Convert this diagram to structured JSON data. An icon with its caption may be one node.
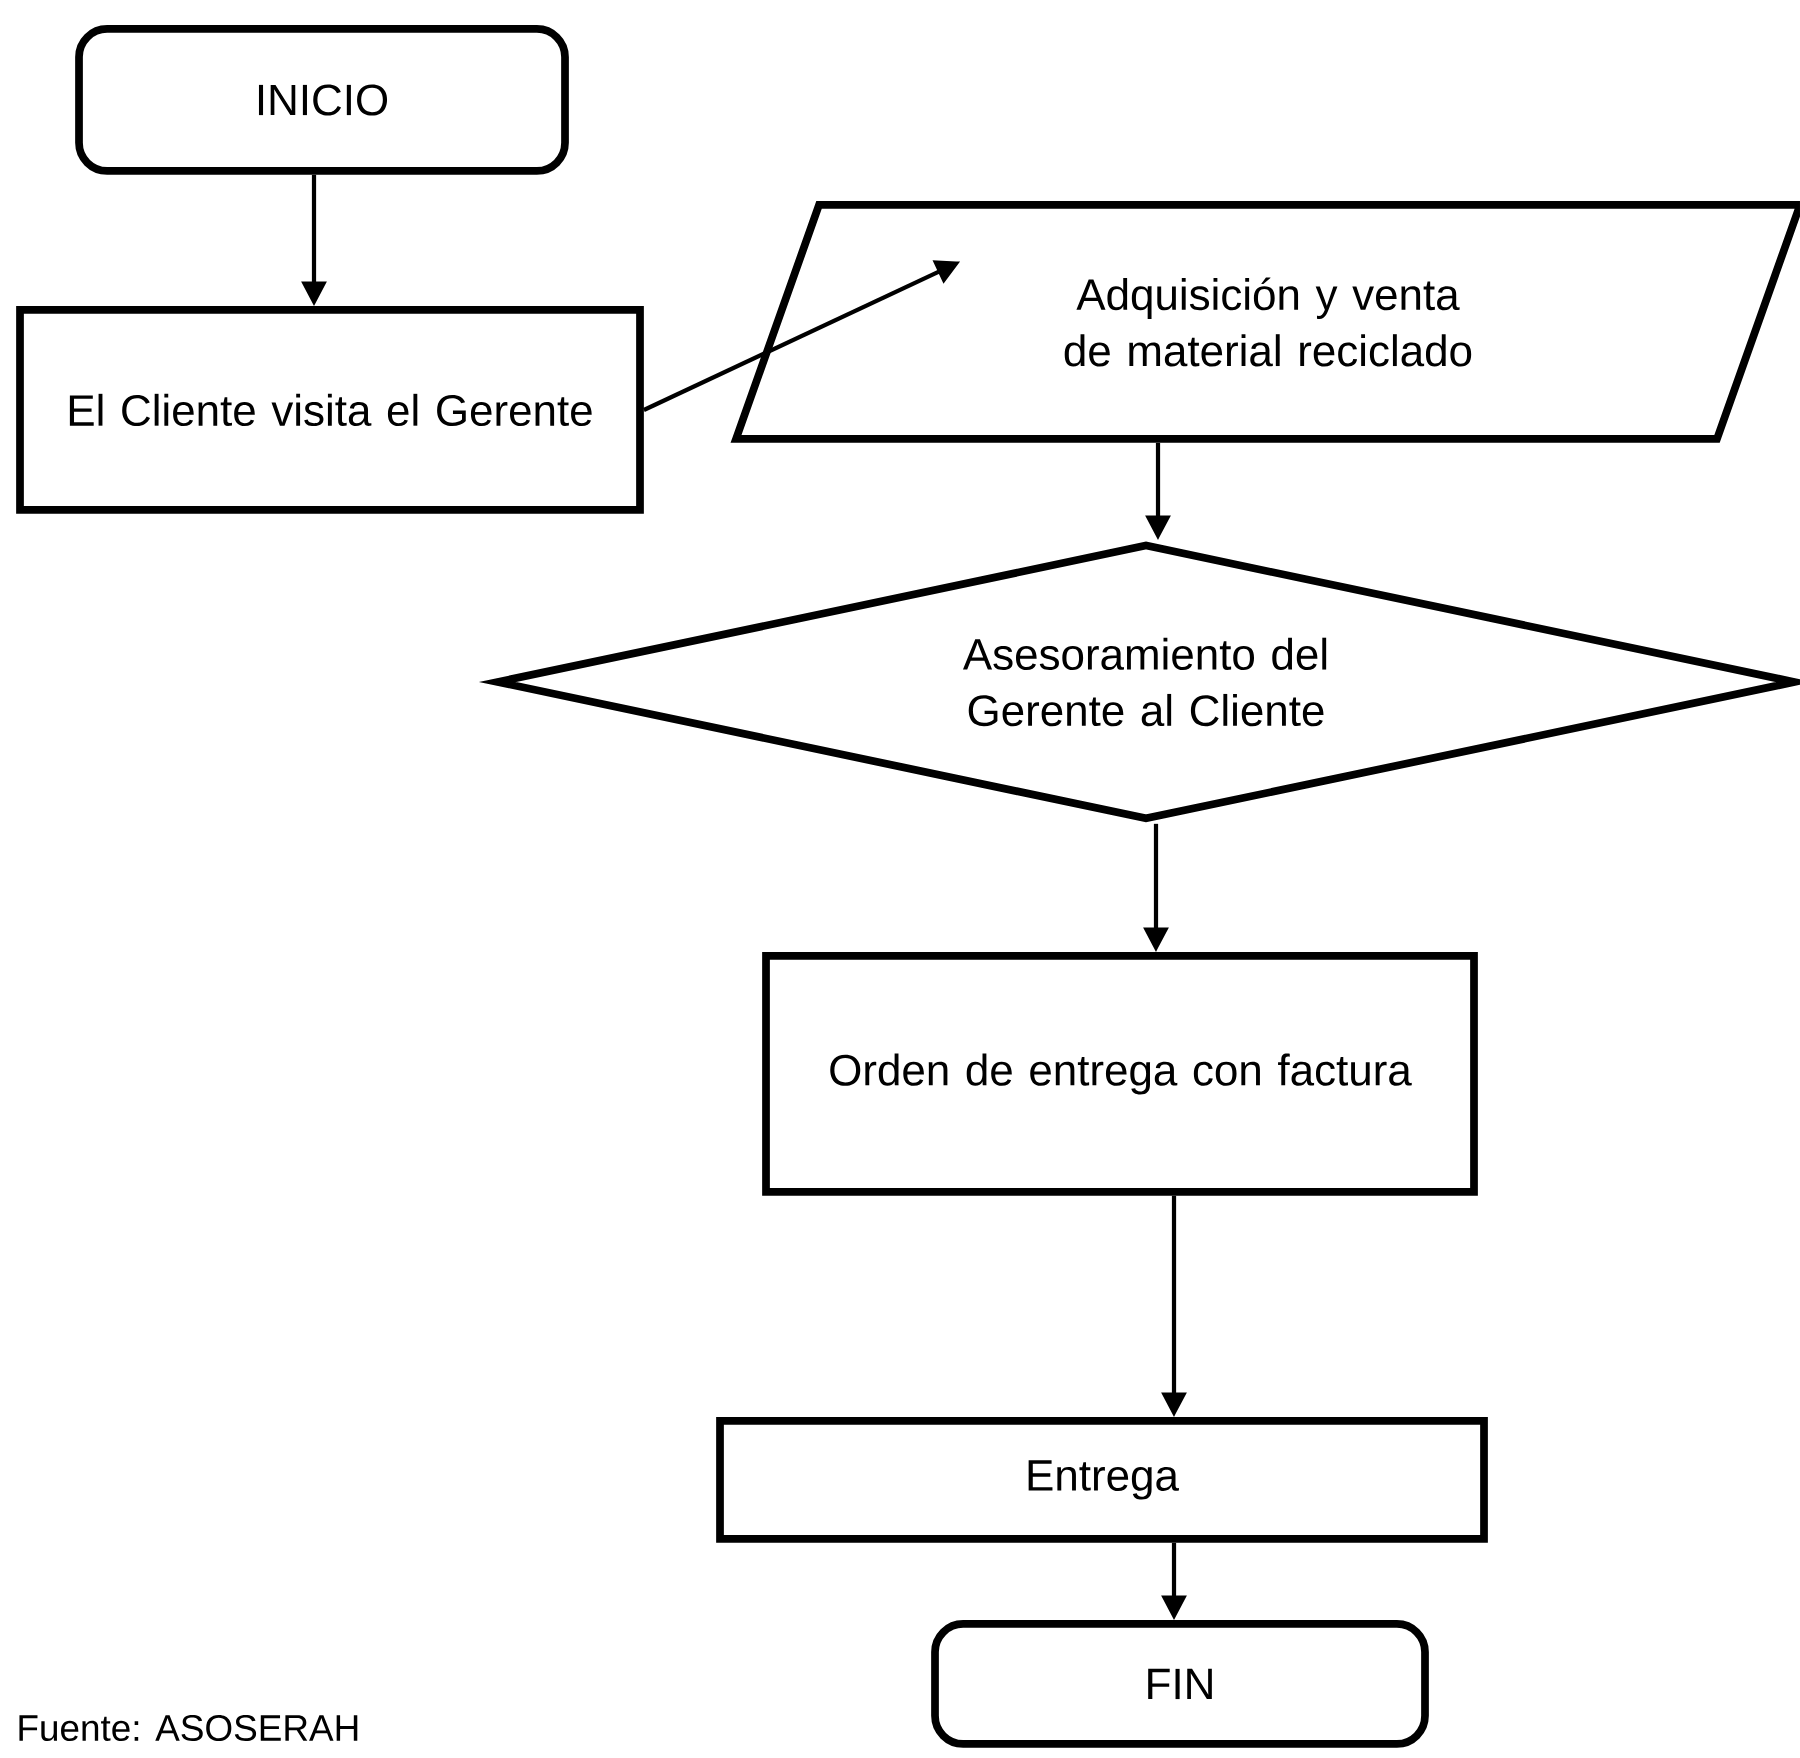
{
  "diagram": {
    "nodes": [
      {
        "text": [
          "INICIO"
        ]
      },
      {
        "text": [
          "El Cliente visita el Gerente"
        ]
      },
      {
        "text": [
          "Adquisición y venta de material reciclado"
        ]
      },
      {
        "text": [
          "Asesoramiento del Gerente al Cliente"
        ]
      },
      {
        "text": [
          "Orden de entrega con factura"
        ]
      },
      {
        "text": [
          "Entrega"
        ]
      },
      {
        "text": [
          "FIN"
        ]
      }
    ],
    "edges": [
      {
        "from": 0,
        "to": 1,
        "arrow": "to"
      },
      {
        "from": 1,
        "to": 2,
        "arrow": "to"
      },
      {
        "from": 2,
        "to": 3,
        "arrow": "to"
      },
      {
        "from": 3,
        "to": 4,
        "arrow": "to"
      },
      {
        "from": 4,
        "to": 5,
        "arrow": "to"
      },
      {
        "from": 5,
        "to": 6,
        "arrow": "to"
      }
    ],
    "labels": [
      "Fuente: ASOSERAH"
    ]
  }
}
